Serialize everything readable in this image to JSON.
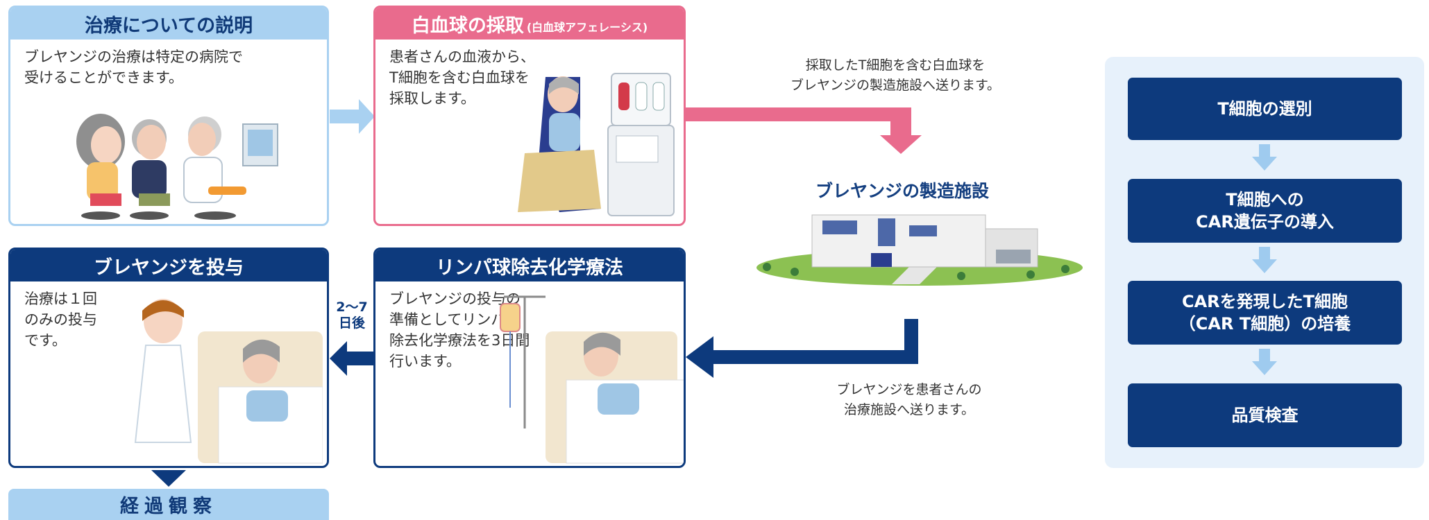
{
  "panels": {
    "explanation": {
      "title": "治療についての説明",
      "text": "ブレヤンジの治療は特定の病院で\n受けることができます。"
    },
    "collection": {
      "title": "白血球の採取",
      "subtitle": "(白血球アフェレーシス)",
      "text": "患者さんの血液から、\nT細胞を含む白血球を\n採取します。"
    },
    "administration": {
      "title": "ブレヤンジを投与",
      "text": "治療は１回\nのみの投与\nです。"
    },
    "chemo": {
      "title": "リンパ球除去化学療法",
      "text": "ブレヤンジの投与の\n準備としてリンパ球\n除去化学療法を3日間\n行います。"
    }
  },
  "flow": {
    "send_to_facility": "採取したT細胞を含む白血球を\nブレヤンジの製造施設へ送ります。",
    "facility_title": "ブレヤンジの製造施設",
    "send_to_hospital": "ブレヤンジを患者さんの\n治療施設へ送ります。",
    "days_label": "2〜7\n日後",
    "observation": "経過観察"
  },
  "manufacturing_steps": [
    "T細胞の選別",
    "T細胞への\nCAR遺伝子の導入",
    "CARを発現したT細胞\n（CAR T細胞）の培養",
    "品質検査"
  ],
  "colors": {
    "navy": "#0d3a7d",
    "light_blue": "#a9d1f1",
    "pink": "#e96b8d",
    "pale_blue": "#e7f1fb"
  }
}
